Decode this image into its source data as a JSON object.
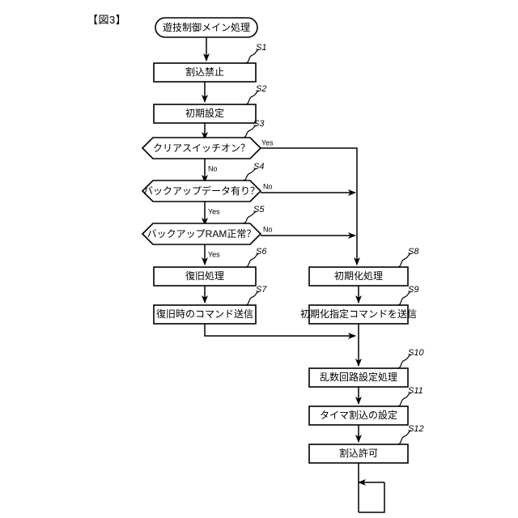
{
  "figure": {
    "label": "【図3】",
    "title": "遊技制御メイン処理"
  },
  "nodes": {
    "start": {
      "text": "遊技制御メイン処理",
      "type": "terminator"
    },
    "s1": {
      "step": "S1",
      "text": "割込禁止",
      "type": "process"
    },
    "s2": {
      "step": "S2",
      "text": "初期設定",
      "type": "process"
    },
    "s3": {
      "step": "S3",
      "text": "クリアスイッチオン？",
      "type": "decision"
    },
    "s4": {
      "step": "S4",
      "text": "バックアップデータ有り？",
      "type": "decision"
    },
    "s5": {
      "step": "S5",
      "text": "バックアップRAM正常？",
      "type": "decision"
    },
    "s6": {
      "step": "S6",
      "text": "復旧処理",
      "type": "process"
    },
    "s7": {
      "step": "S7",
      "text": "復旧時のコマンド送信",
      "type": "process"
    },
    "s8": {
      "step": "S8",
      "text": "初期化処理",
      "type": "process"
    },
    "s9": {
      "step": "S9",
      "text": "初期化指定コマンドを送信",
      "type": "process"
    },
    "s10": {
      "step": "S10",
      "text": "乱数回路設定処理",
      "type": "process"
    },
    "s11": {
      "step": "S11",
      "text": "タイマ割込の設定",
      "type": "process"
    },
    "s12": {
      "step": "S12",
      "text": "割込許可",
      "type": "process"
    }
  },
  "branches": {
    "s3_yes": "Yes",
    "s3_no": "No",
    "s4_no": "No",
    "s4_yes": "Yes",
    "s5_no": "No",
    "s5_yes": "Yes"
  },
  "colors": {
    "stroke": "#000000",
    "fill": "#ffffff",
    "text": "#000000"
  }
}
